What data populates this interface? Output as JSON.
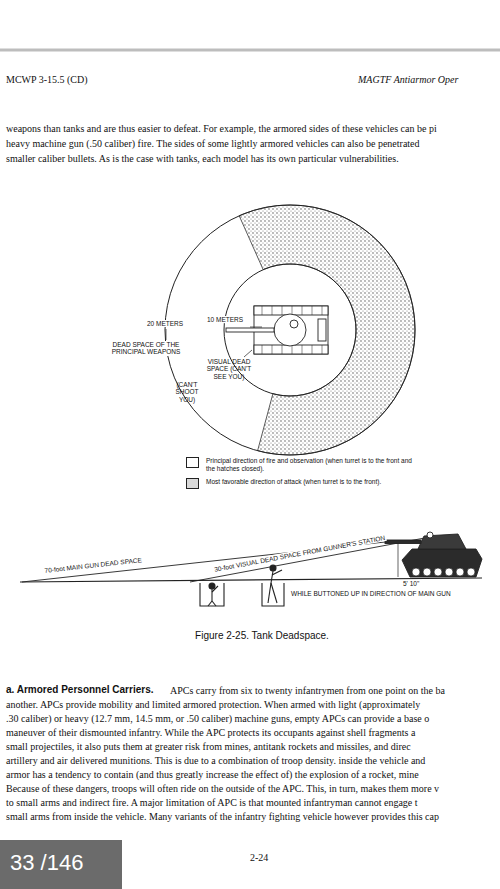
{
  "diagram": {
    "caption": "Figure 2-25. Tank Deadspace.",
    "labels": [
      "MCWP 3-15.5 (CD)",
      "MAGTF Antiarmor Oper",
      "weapons than tanks and are thus easier to defeat. For example, the armored sides of these vehicles can be pi",
      "heavy machine gun (.50 caliber) fire. The sides of some lightly armored vehicles can also be penetrated",
      "smaller caliber bullets.  As is the case with tanks, each model has its own particular vulnerabilities.",
      "20 METERS",
      "10 METERS",
      "DEAD SPACE OF THE PRINCIPAL WEAPONS",
      "VISUAL DEAD SPACE (CAN'T SEE YOU)",
      "(CAN'T SHOOT YOU)",
      "70-foot MAIN GUN DEAD SPACE",
      "30-foot VISUAL DEAD SPACE FROM GUNNER'S STATION",
      "5' 10\"",
      "WHILE BUTTONED UP IN DIRECTION OF MAIN GUN",
      "a. Armored Personnel Carriers.",
      "APCs carry from six to twenty infantrymen from one point on the ba",
      "another.  APCs provide mobility and limited armored protection.  When armed with light (approximately",
      ".30 caliber) or heavy (12.7 mm, 14.5 mm, or .50 caliber) machine guns, empty  APCs can provide a base o",
      "maneuver of their dismounted infantry.  While the APC protects its occupants against shell fragments a",
      "small projectiles, it also puts them at greater risk from mines, antitank rockets and missiles, and direc",
      "artillery and air delivered munitions. This is due to a combination of  troop density. inside the vehicle and",
      "armor has a tendency to contain (and thus greatly increase the effect of) the explosion of a rocket, mine",
      "Because of these dangers, troops will often ride on the outside of the APC. This, in turn, makes them more v",
      "to small arms and indirect fire.  A major  limitation of APC is  that mounted infantryman cannot engage t",
      "small arms from inside the vehicle. Many variants of the infantry fighting vehicle however provides this cap",
      "2-24",
      "33 /146"
    ],
    "legend": [
      {
        "text": "Principal direction of fire and observation (when turret is to the front and the hatches closed).",
        "color": "#ffffff"
      },
      {
        "text": "Most favorable direction of attack (when turret is to the front).",
        "color": "#d9d9d9"
      }
    ]
  }
}
